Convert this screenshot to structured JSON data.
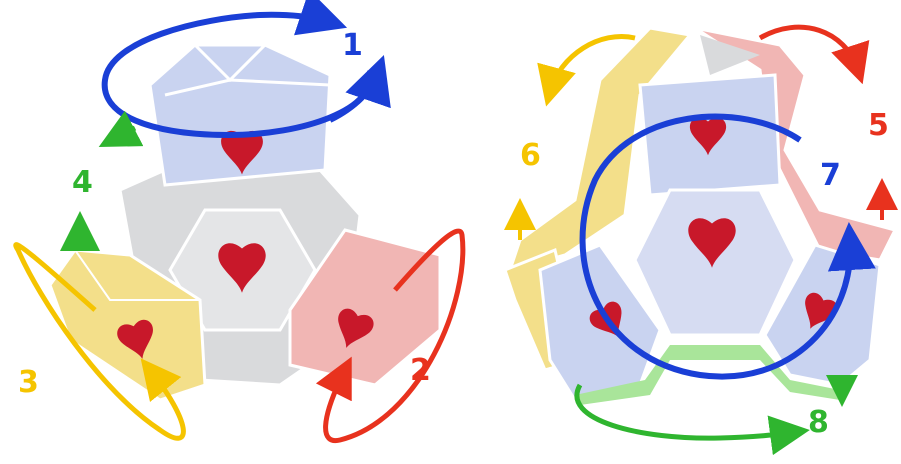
{
  "labels": {
    "n1": "1",
    "n2": "2",
    "n3": "3",
    "n4": "4",
    "n5": "5",
    "n6": "6",
    "n7": "7",
    "n8": "8"
  },
  "colors": {
    "blue": "#1a3fd6",
    "red": "#e8321e",
    "yellow": "#f5c400",
    "green": "#2fb52f",
    "blue_face": "#c9d3f0",
    "gray_face": "#d9dadc",
    "pink_face": "#f1b6b4",
    "yellow_face": "#f3df8a",
    "heart": "#c8182a"
  },
  "icons": [
    "heart-icon",
    "rotation-arrow-icon",
    "turn-arrow-icon"
  ]
}
